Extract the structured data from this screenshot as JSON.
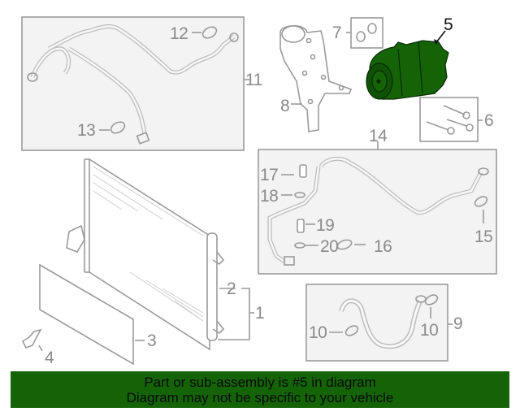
{
  "diagram": {
    "highlighted_part": "5",
    "highlight_color": "#146407",
    "line_color": "#8a8a8a",
    "callouts": [
      {
        "id": "c1",
        "label": "1"
      },
      {
        "id": "c2",
        "label": "2"
      },
      {
        "id": "c3",
        "label": "3"
      },
      {
        "id": "c4",
        "label": "4"
      },
      {
        "id": "c5",
        "label": "5"
      },
      {
        "id": "c6",
        "label": "6"
      },
      {
        "id": "c7",
        "label": "7"
      },
      {
        "id": "c8",
        "label": "8"
      },
      {
        "id": "c9",
        "label": "9"
      },
      {
        "id": "c10a",
        "label": "10"
      },
      {
        "id": "c10b",
        "label": "10"
      },
      {
        "id": "c11",
        "label": "11"
      },
      {
        "id": "c12",
        "label": "12"
      },
      {
        "id": "c13",
        "label": "13"
      },
      {
        "id": "c14",
        "label": "14"
      },
      {
        "id": "c15",
        "label": "15"
      },
      {
        "id": "c16",
        "label": "16"
      },
      {
        "id": "c17",
        "label": "17"
      },
      {
        "id": "c18",
        "label": "18"
      },
      {
        "id": "c19",
        "label": "19"
      },
      {
        "id": "c20",
        "label": "20"
      }
    ]
  },
  "banner": {
    "line1": "Part or sub-assembly is #5 in diagram",
    "line2": "Diagram may not be specific to your vehicle",
    "background": "#146407"
  }
}
